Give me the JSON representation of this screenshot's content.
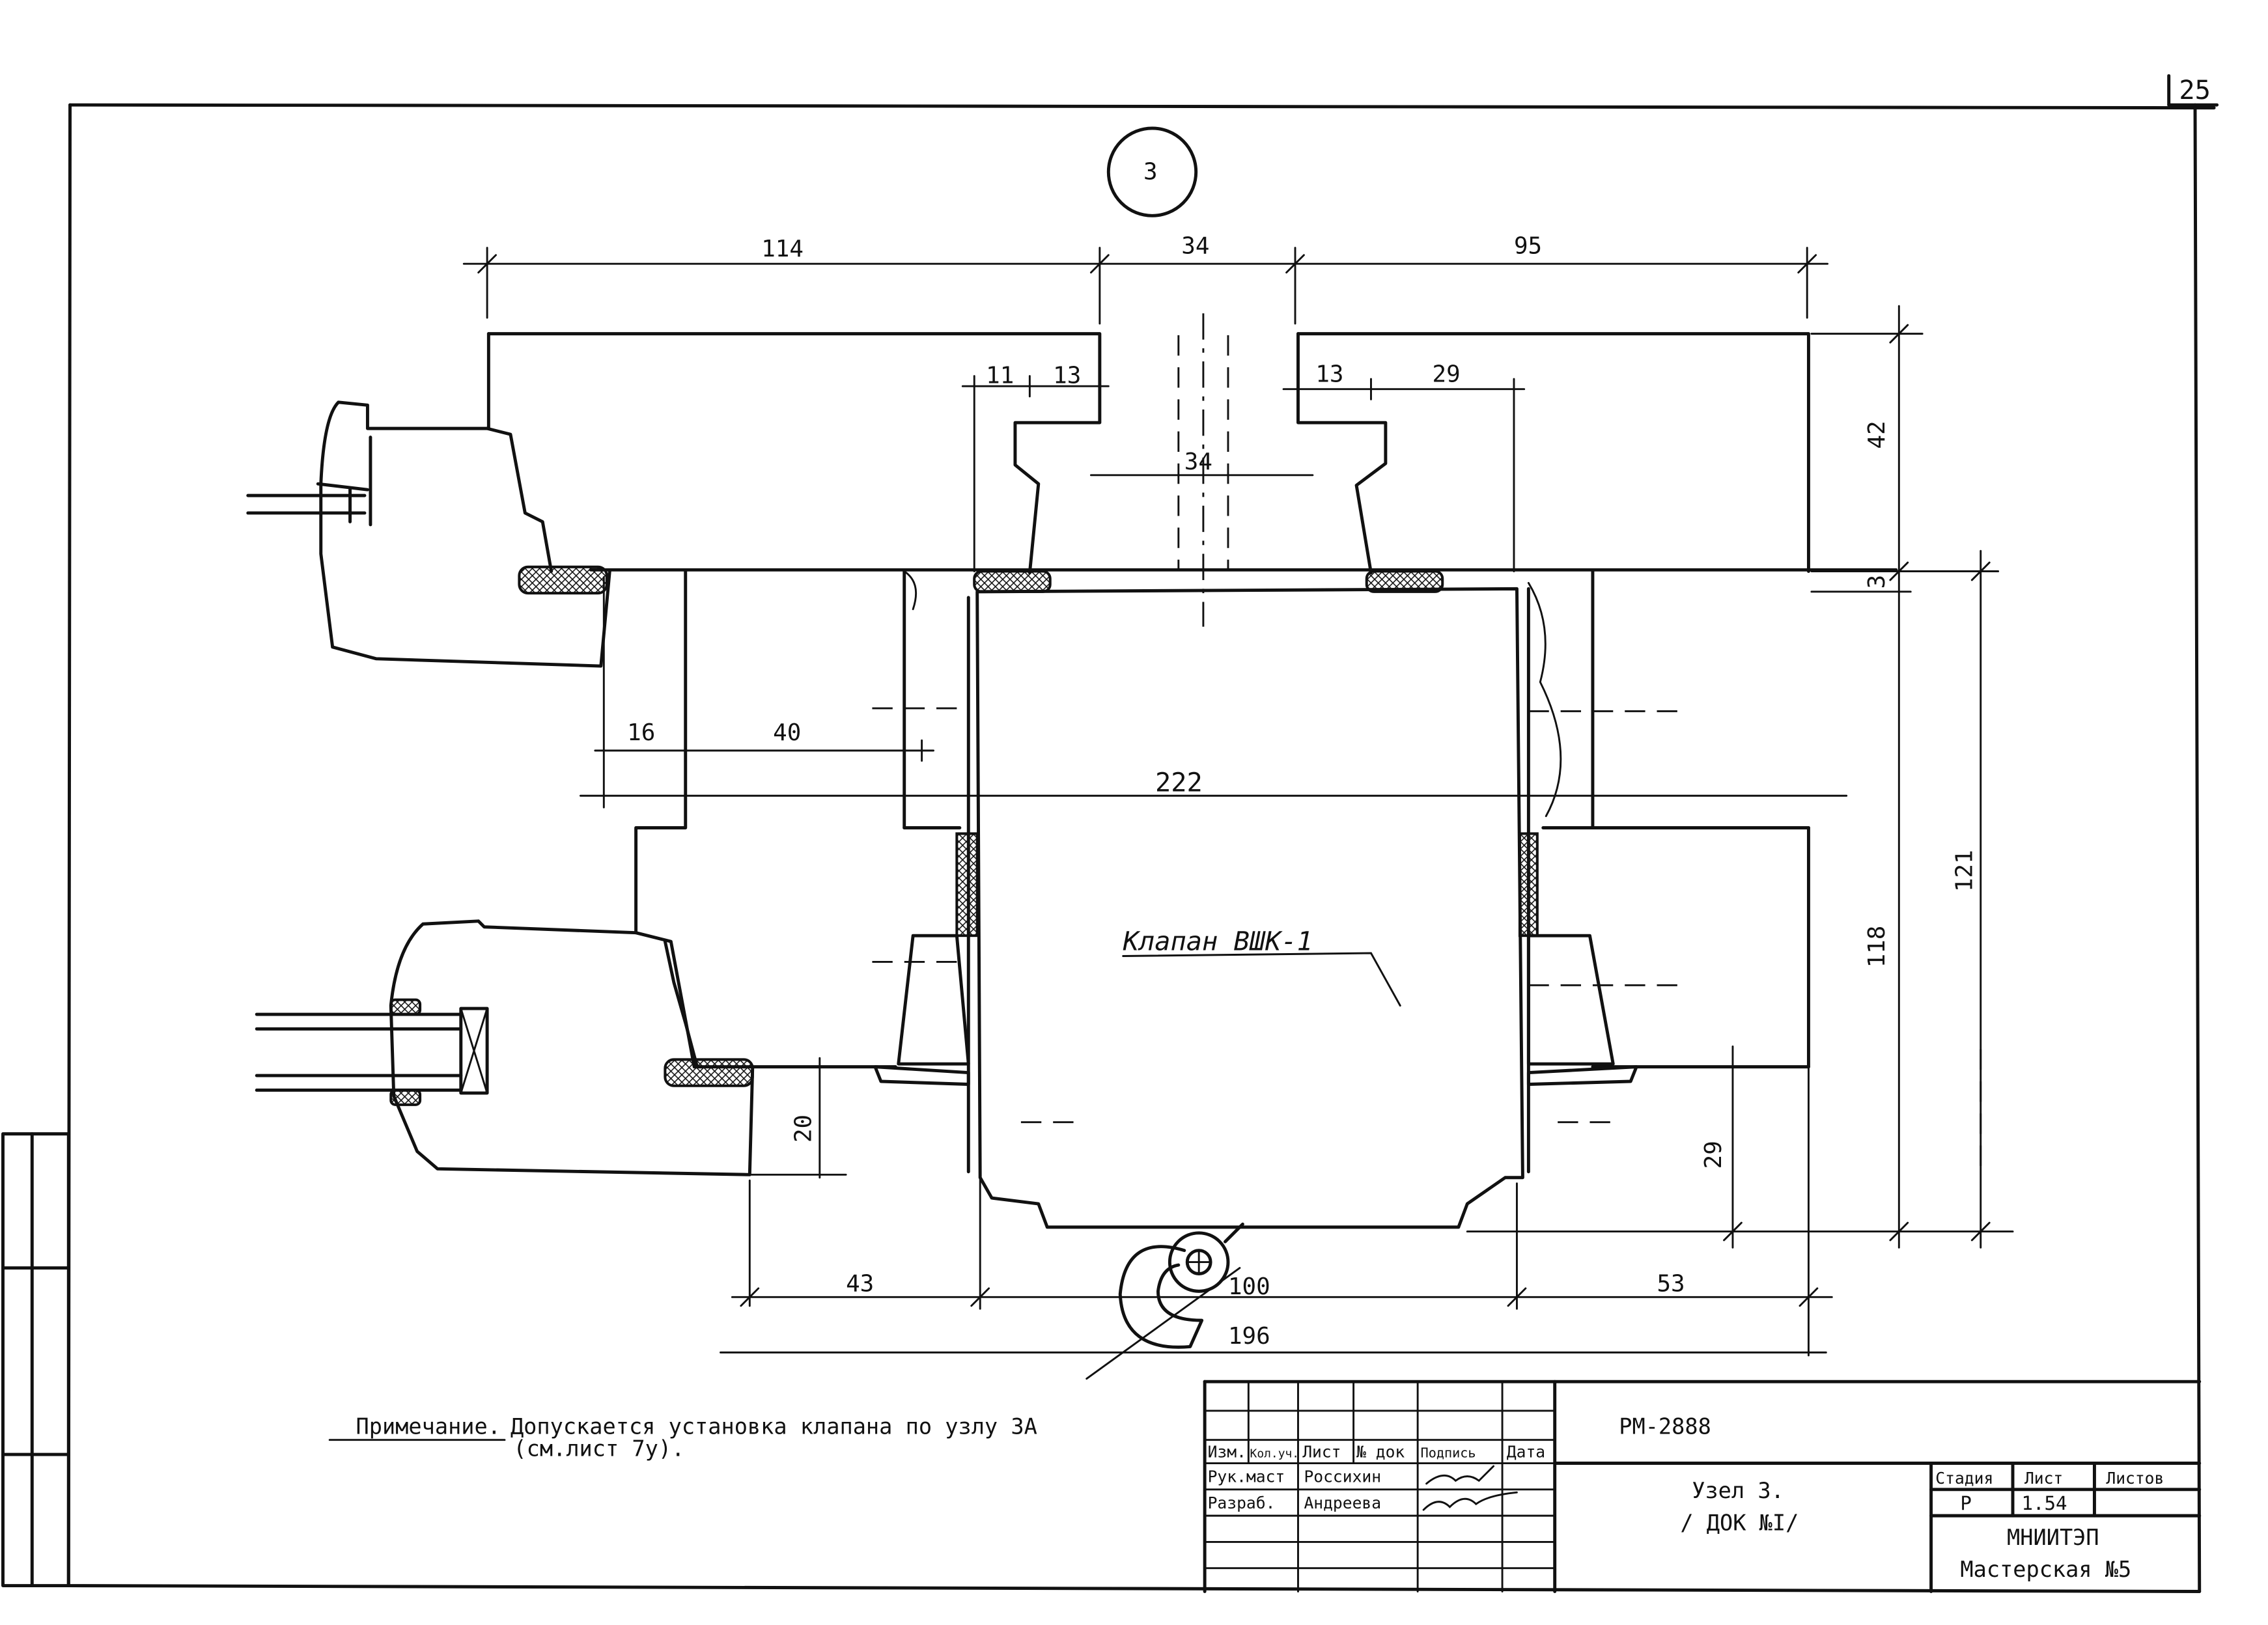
{
  "sheet": {
    "sheet_corner_number": "25",
    "node_marker": "3"
  },
  "dimensions": {
    "top_left": "114",
    "top_mid": "34",
    "top_right": "95",
    "gap_11": "11",
    "gap_13_left": "13",
    "gap_13_right": "13",
    "gap_29_top": "29",
    "inner_34": "34",
    "right_42": "42",
    "right_3": "3",
    "right_121": "121",
    "right_118": "118",
    "left_16": "16",
    "left_40": "40",
    "width_222": "222",
    "left_20": "20",
    "right_29": "29",
    "bottom_43": "43",
    "bottom_100": "100",
    "bottom_53": "53",
    "bottom_196": "196"
  },
  "labels": {
    "valve": "Клапан ВШК-1"
  },
  "note": {
    "prefix": "Примечание.",
    "line1": "Допускается установка клапана по узлу 3А",
    "line2": "(см.лист 7у)."
  },
  "title_block": {
    "doc_code": "РМ-2888",
    "title_line1": "Узел 3.",
    "title_line2": "/ ДОК №I/",
    "col_headers": [
      "Изм.",
      "Кол.уч.",
      "Лист",
      "№ док",
      "Подпись",
      "Дата"
    ],
    "role_1": "Рук.маст",
    "name_1": "Россихин",
    "role_2": "Разраб.",
    "name_2": "Андреева",
    "stage_label": "Стадия",
    "sheet_label": "Лист",
    "sheets_label": "Листов",
    "stage_value": "Р",
    "sheet_value": "1.54",
    "org_line1": "МНИИТЭП",
    "org_line2": "Мастерская №5"
  }
}
